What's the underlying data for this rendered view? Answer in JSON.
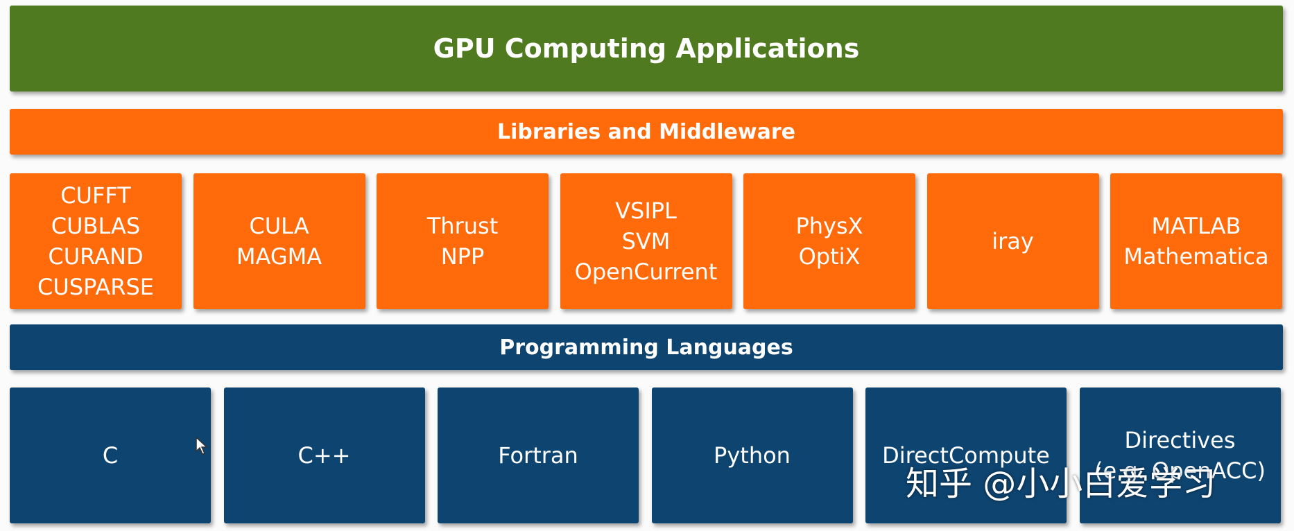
{
  "header": {
    "title": "GPU Computing Applications"
  },
  "libraries": {
    "title": "Libraries and Middleware",
    "items": [
      {
        "lines": [
          "CUFFT",
          "CUBLAS",
          "CURAND",
          "CUSPARSE"
        ]
      },
      {
        "lines": [
          "CULA",
          "MAGMA"
        ]
      },
      {
        "lines": [
          "Thrust",
          "NPP"
        ]
      },
      {
        "lines": [
          "VSIPL",
          "SVM",
          "OpenCurrent"
        ]
      },
      {
        "lines": [
          "PhysX",
          "OptiX"
        ]
      },
      {
        "lines": [
          "iray"
        ]
      },
      {
        "lines": [
          "MATLAB",
          "Mathematica"
        ]
      }
    ]
  },
  "languages": {
    "title": "Programming Languages",
    "items": [
      {
        "lines": [
          "C"
        ]
      },
      {
        "lines": [
          "C++"
        ]
      },
      {
        "lines": [
          "Fortran"
        ]
      },
      {
        "lines": [
          "Python"
        ]
      },
      {
        "lines": [
          "DirectCompute"
        ]
      },
      {
        "lines": [
          "Directives",
          "(e.g. OpenACC)"
        ]
      }
    ]
  },
  "watermark": "知乎 @小小白爱学习",
  "colors": {
    "green": "#4f7a1f",
    "orange": "#ff6a0a",
    "blue": "#0e4470"
  },
  "icons": {
    "cursor": "mouse-pointer-icon"
  }
}
